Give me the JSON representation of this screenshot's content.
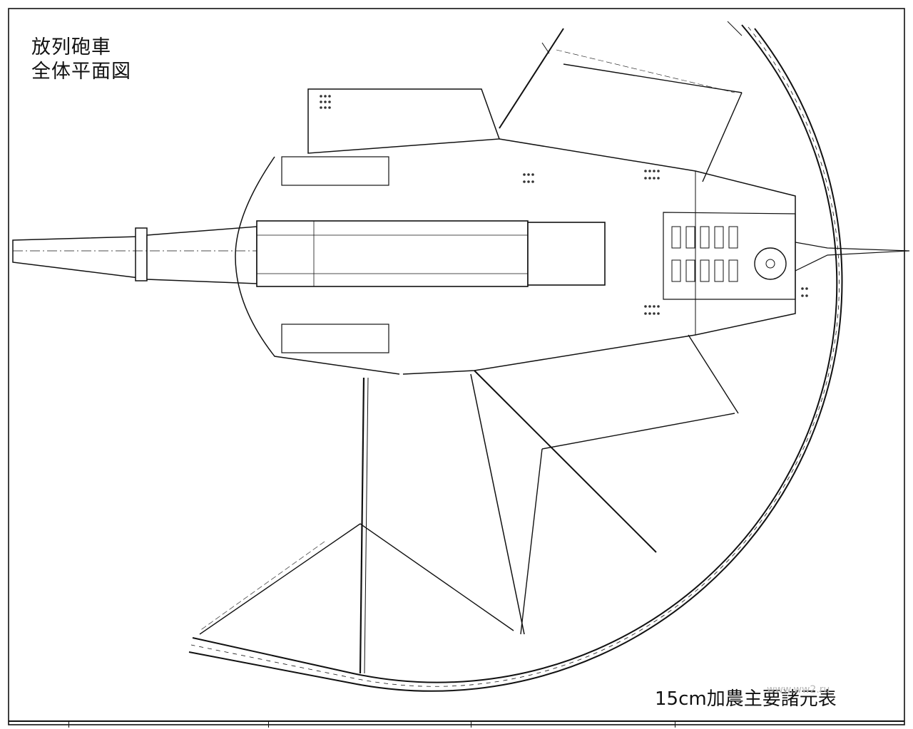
{
  "title": {
    "line1": "放列砲車",
    "line2": "全体平面図"
  },
  "caption": "15cm加農主要諸元表",
  "watermark": "www.ww2.ru"
}
